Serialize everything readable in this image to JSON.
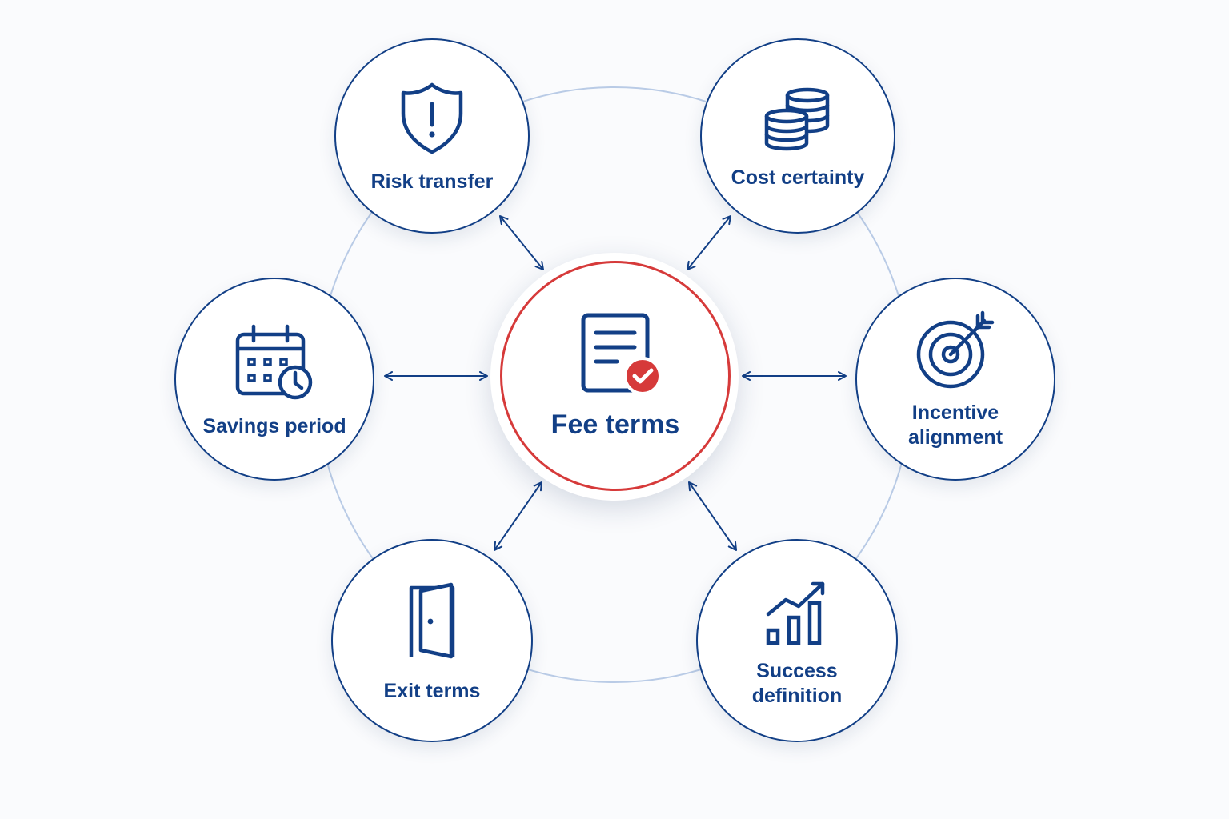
{
  "center": {
    "label": "Fee terms",
    "icon": "document-check-icon"
  },
  "nodes": {
    "risk_transfer": {
      "label": "Risk transfer",
      "icon": "shield-alert-icon"
    },
    "cost_certainty": {
      "label": "Cost certainty",
      "icon": "coin-stacks-icon"
    },
    "savings_period": {
      "label": "Savings period",
      "icon": "calendar-clock-icon"
    },
    "incentive_alignment": {
      "label": "Incentive\nalignment",
      "icon": "target-arrow-icon"
    },
    "exit_terms": {
      "label": "Exit terms",
      "icon": "door-icon"
    },
    "success_definition": {
      "label": "Success\ndefinition",
      "icon": "growth-chart-icon"
    }
  },
  "colors": {
    "primary": "#123f86",
    "accent": "#d63a3a",
    "ring": "#b9cbe6",
    "background": "#fafbfd"
  }
}
